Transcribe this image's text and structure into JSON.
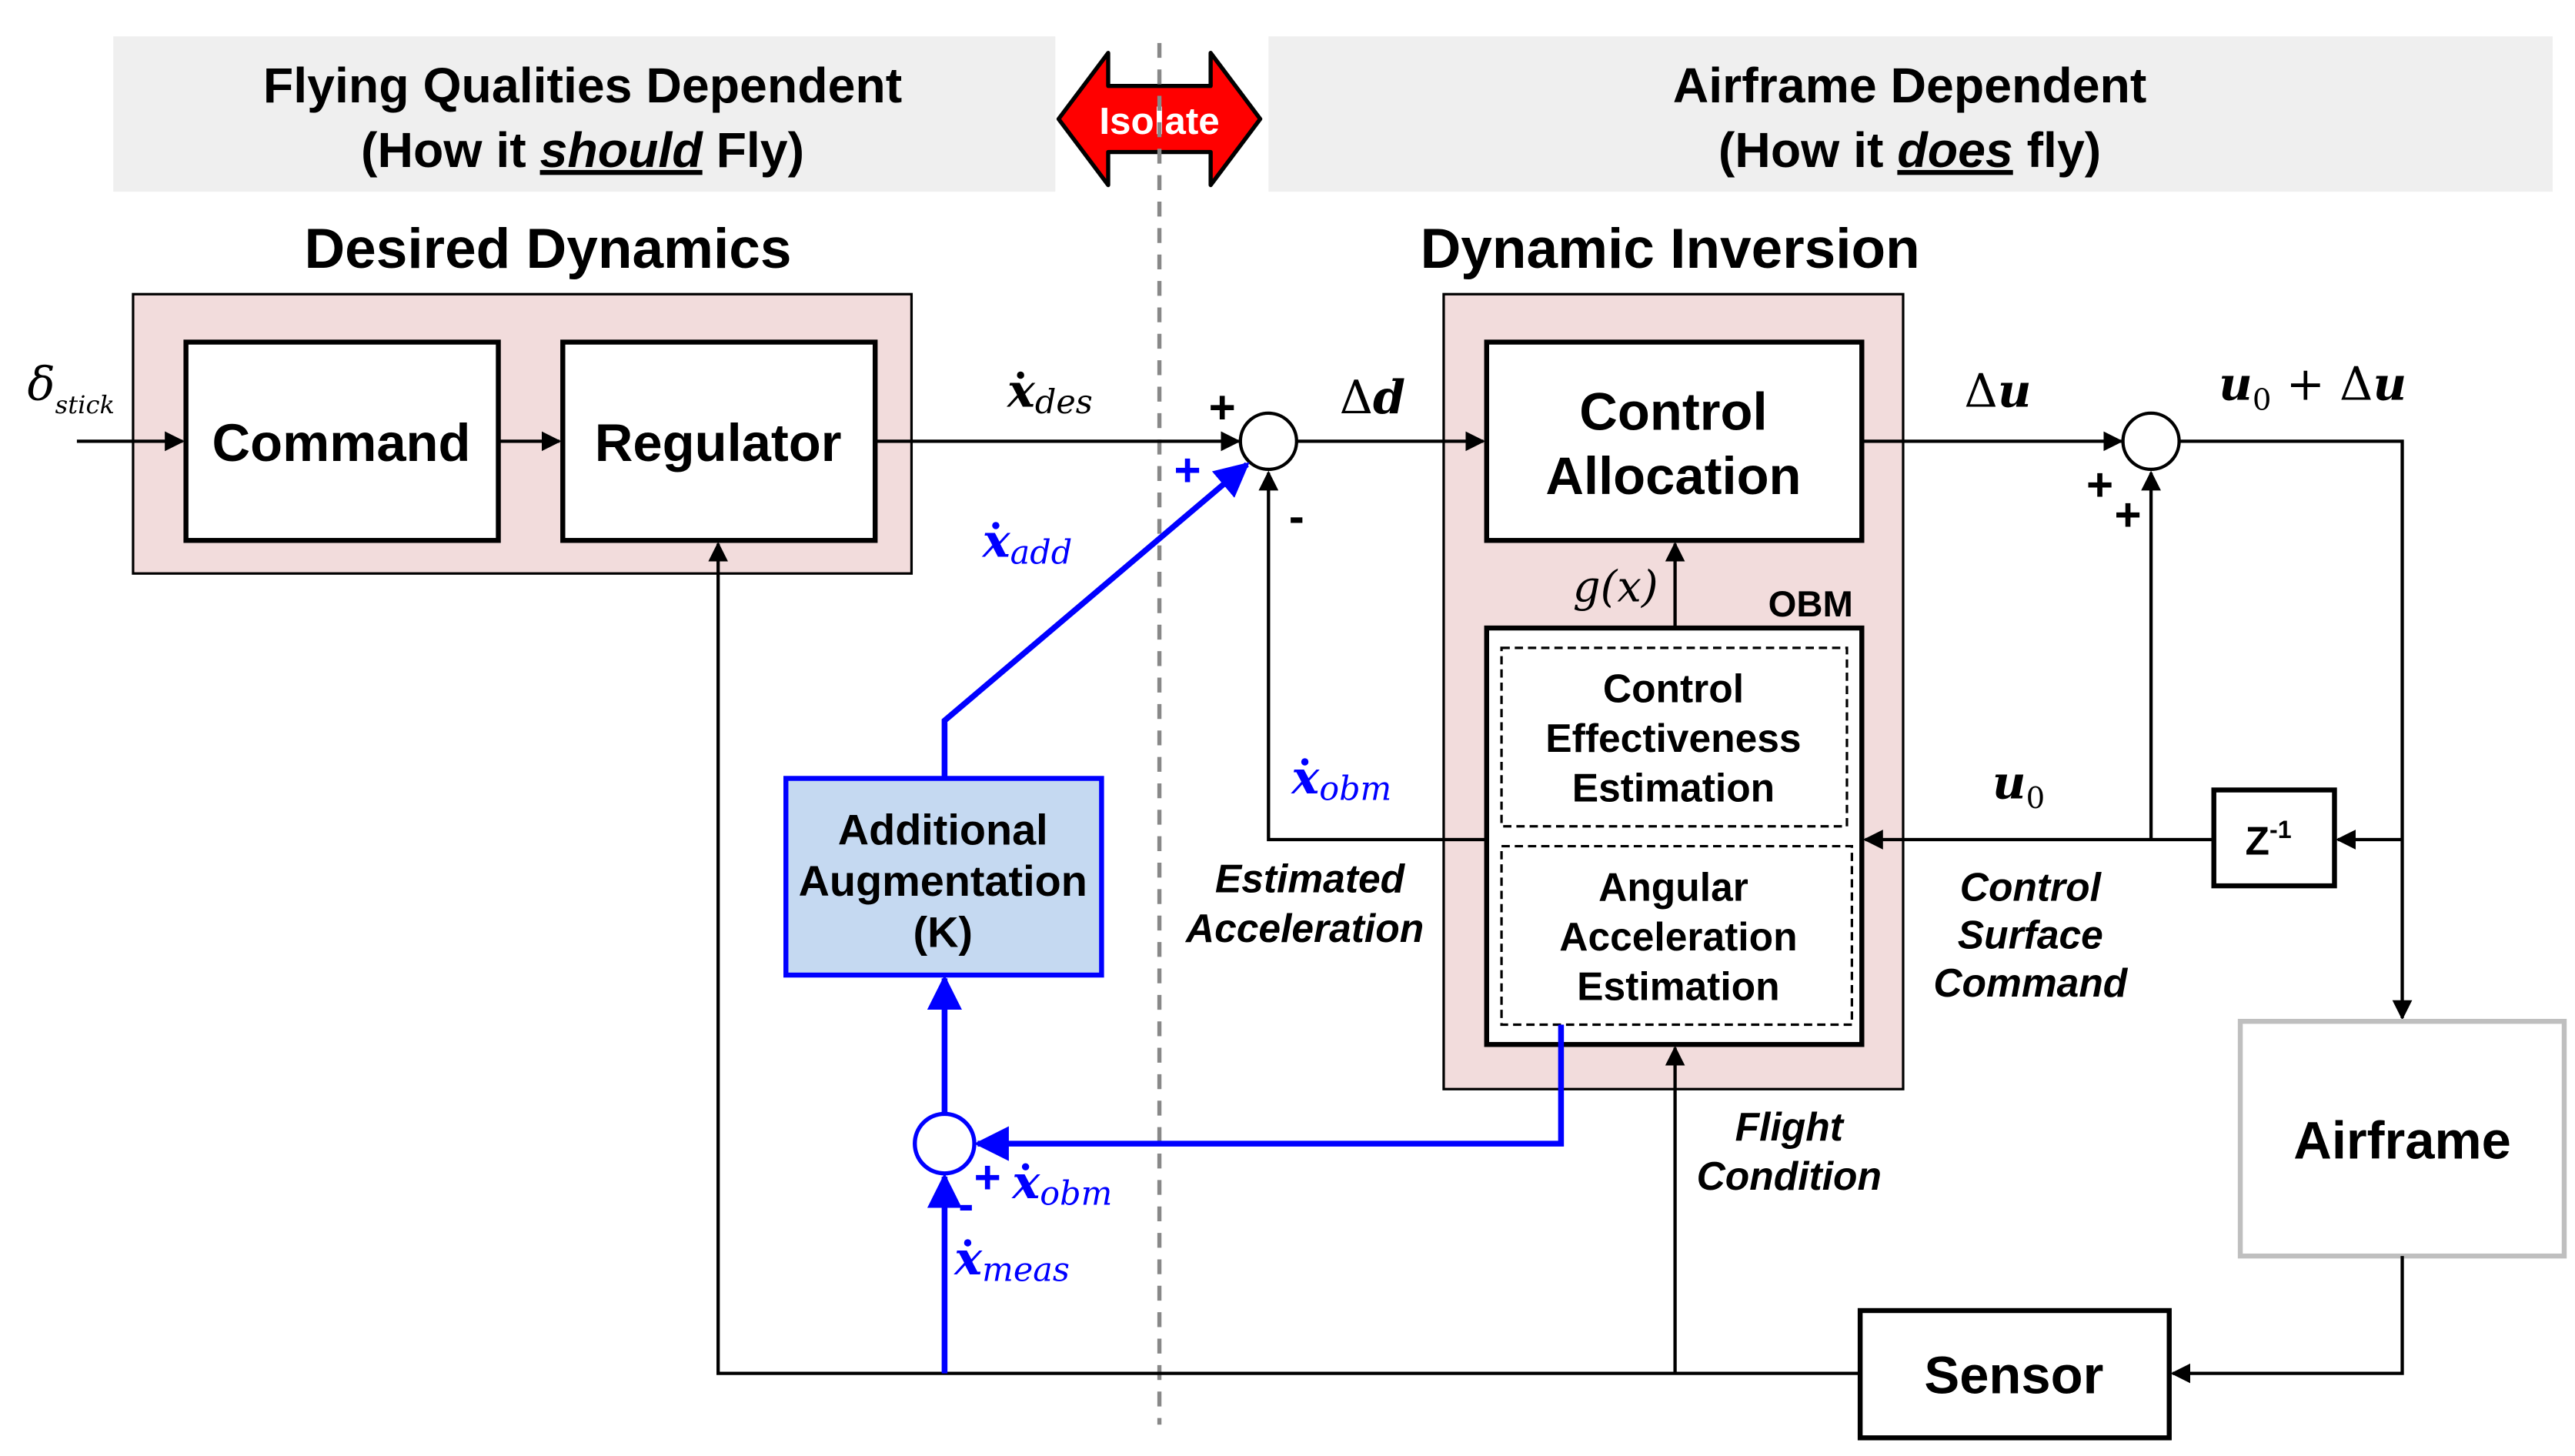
{
  "header": {
    "left_line1": "Flying Qualities Dependent",
    "left_line2_pre": "(How it ",
    "left_line2_em": "should",
    "left_line2_post": " Fly)",
    "isolate": "Isolate",
    "right_line1": "Airframe Dependent",
    "right_line2_pre": "(How it ",
    "right_line2_em": "does",
    "right_line2_post": " fly)"
  },
  "sections": {
    "desired_dynamics": "Desired Dynamics",
    "dynamic_inversion": "Dynamic Inversion"
  },
  "blocks": {
    "command": "Command",
    "regulator": "Regulator",
    "control_allocation_1": "Control",
    "control_allocation_2": "Allocation",
    "obm": "OBM",
    "cee_1": "Control",
    "cee_2": "Effectiveness",
    "cee_3": "Estimation",
    "aae_1": "Angular",
    "aae_2": "Acceleration",
    "aae_3": "Estimation",
    "aug_1": "Additional",
    "aug_2": "Augmentation",
    "aug_3": "(K)",
    "zinv_base": "Z",
    "zinv_exp": "-1",
    "airframe": "Airframe",
    "sensor": "Sensor"
  },
  "signals": {
    "delta_sym": "δ",
    "delta_sub": "stick",
    "xdot": "x",
    "des_sub": "des",
    "add_sub": "add",
    "obm_sub": "obm",
    "meas_sub": "meas",
    "delta_d": "Δ",
    "d": "d",
    "delta_u": "Δ",
    "u": "u",
    "u0_u": "u",
    "u0_sub": "0",
    "sum_out_plus": " + Δ",
    "gx": "g(x)",
    "plus": "+",
    "minus": "-"
  },
  "labels": {
    "est_acc_1": "Estimated",
    "est_acc_2": "Acceleration",
    "csc_1": "Control",
    "csc_2": "Surface",
    "csc_3": "Command",
    "flight_1": "Flight",
    "flight_2": "Condition"
  },
  "colors": {
    "header_bg": "#efefef",
    "section_bg": "#f2dcdc",
    "aug_fill": "#c5d9f1",
    "blue": "#0000ff",
    "isolate_red": "#ff0000",
    "dashed_divider": "#888888",
    "airframe_border": "#bfbfbf"
  }
}
